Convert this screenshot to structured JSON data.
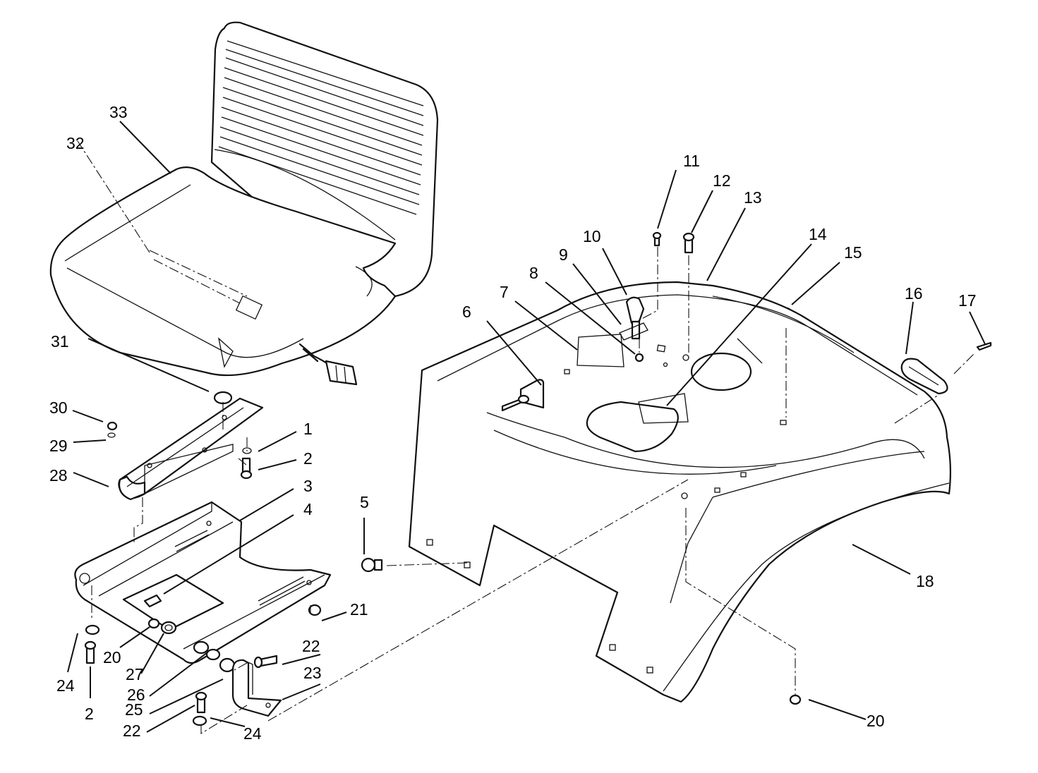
{
  "callouts": [
    {
      "id": "1",
      "label": "1"
    },
    {
      "id": "2a",
      "label": "2"
    },
    {
      "id": "2b",
      "label": "2"
    },
    {
      "id": "3",
      "label": "3"
    },
    {
      "id": "4",
      "label": "4"
    },
    {
      "id": "5",
      "label": "5"
    },
    {
      "id": "6",
      "label": "6"
    },
    {
      "id": "7",
      "label": "7"
    },
    {
      "id": "8",
      "label": "8"
    },
    {
      "id": "9",
      "label": "9"
    },
    {
      "id": "10",
      "label": "10"
    },
    {
      "id": "11",
      "label": "11"
    },
    {
      "id": "12",
      "label": "12"
    },
    {
      "id": "13",
      "label": "13"
    },
    {
      "id": "14",
      "label": "14"
    },
    {
      "id": "15",
      "label": "15"
    },
    {
      "id": "16",
      "label": "16"
    },
    {
      "id": "17",
      "label": "17"
    },
    {
      "id": "18",
      "label": "18"
    },
    {
      "id": "20a",
      "label": "20"
    },
    {
      "id": "20b",
      "label": "20"
    },
    {
      "id": "21",
      "label": "21"
    },
    {
      "id": "22a",
      "label": "22"
    },
    {
      "id": "22b",
      "label": "22"
    },
    {
      "id": "23",
      "label": "23"
    },
    {
      "id": "24a",
      "label": "24"
    },
    {
      "id": "24b",
      "label": "24"
    },
    {
      "id": "25",
      "label": "25"
    },
    {
      "id": "26",
      "label": "26"
    },
    {
      "id": "27",
      "label": "27"
    },
    {
      "id": "28",
      "label": "28"
    },
    {
      "id": "29",
      "label": "29"
    },
    {
      "id": "30",
      "label": "30"
    },
    {
      "id": "31",
      "label": "31"
    },
    {
      "id": "32",
      "label": "32"
    },
    {
      "id": "33",
      "label": "33"
    }
  ]
}
